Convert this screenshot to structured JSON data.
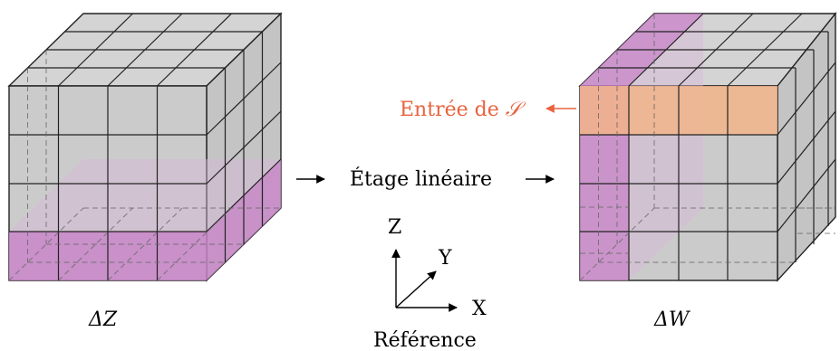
{
  "left_cube": {
    "label": "ΔZ"
  },
  "right_cube": {
    "label": "ΔW"
  },
  "pipeline": {
    "stage_label": "Étage linéaire"
  },
  "entry_annotation": {
    "prefix": "Entrée de ",
    "symbol": "𝒮"
  },
  "axes": {
    "z": "Z",
    "y": "Y",
    "x": "X",
    "caption": "Référence"
  },
  "colors": {
    "cube_fill": "#c9c9c9",
    "highlight_purple": "#c986c9",
    "highlight_orange": "#f2b48a",
    "accent_text": "#e8633f",
    "edge": "#222222"
  }
}
